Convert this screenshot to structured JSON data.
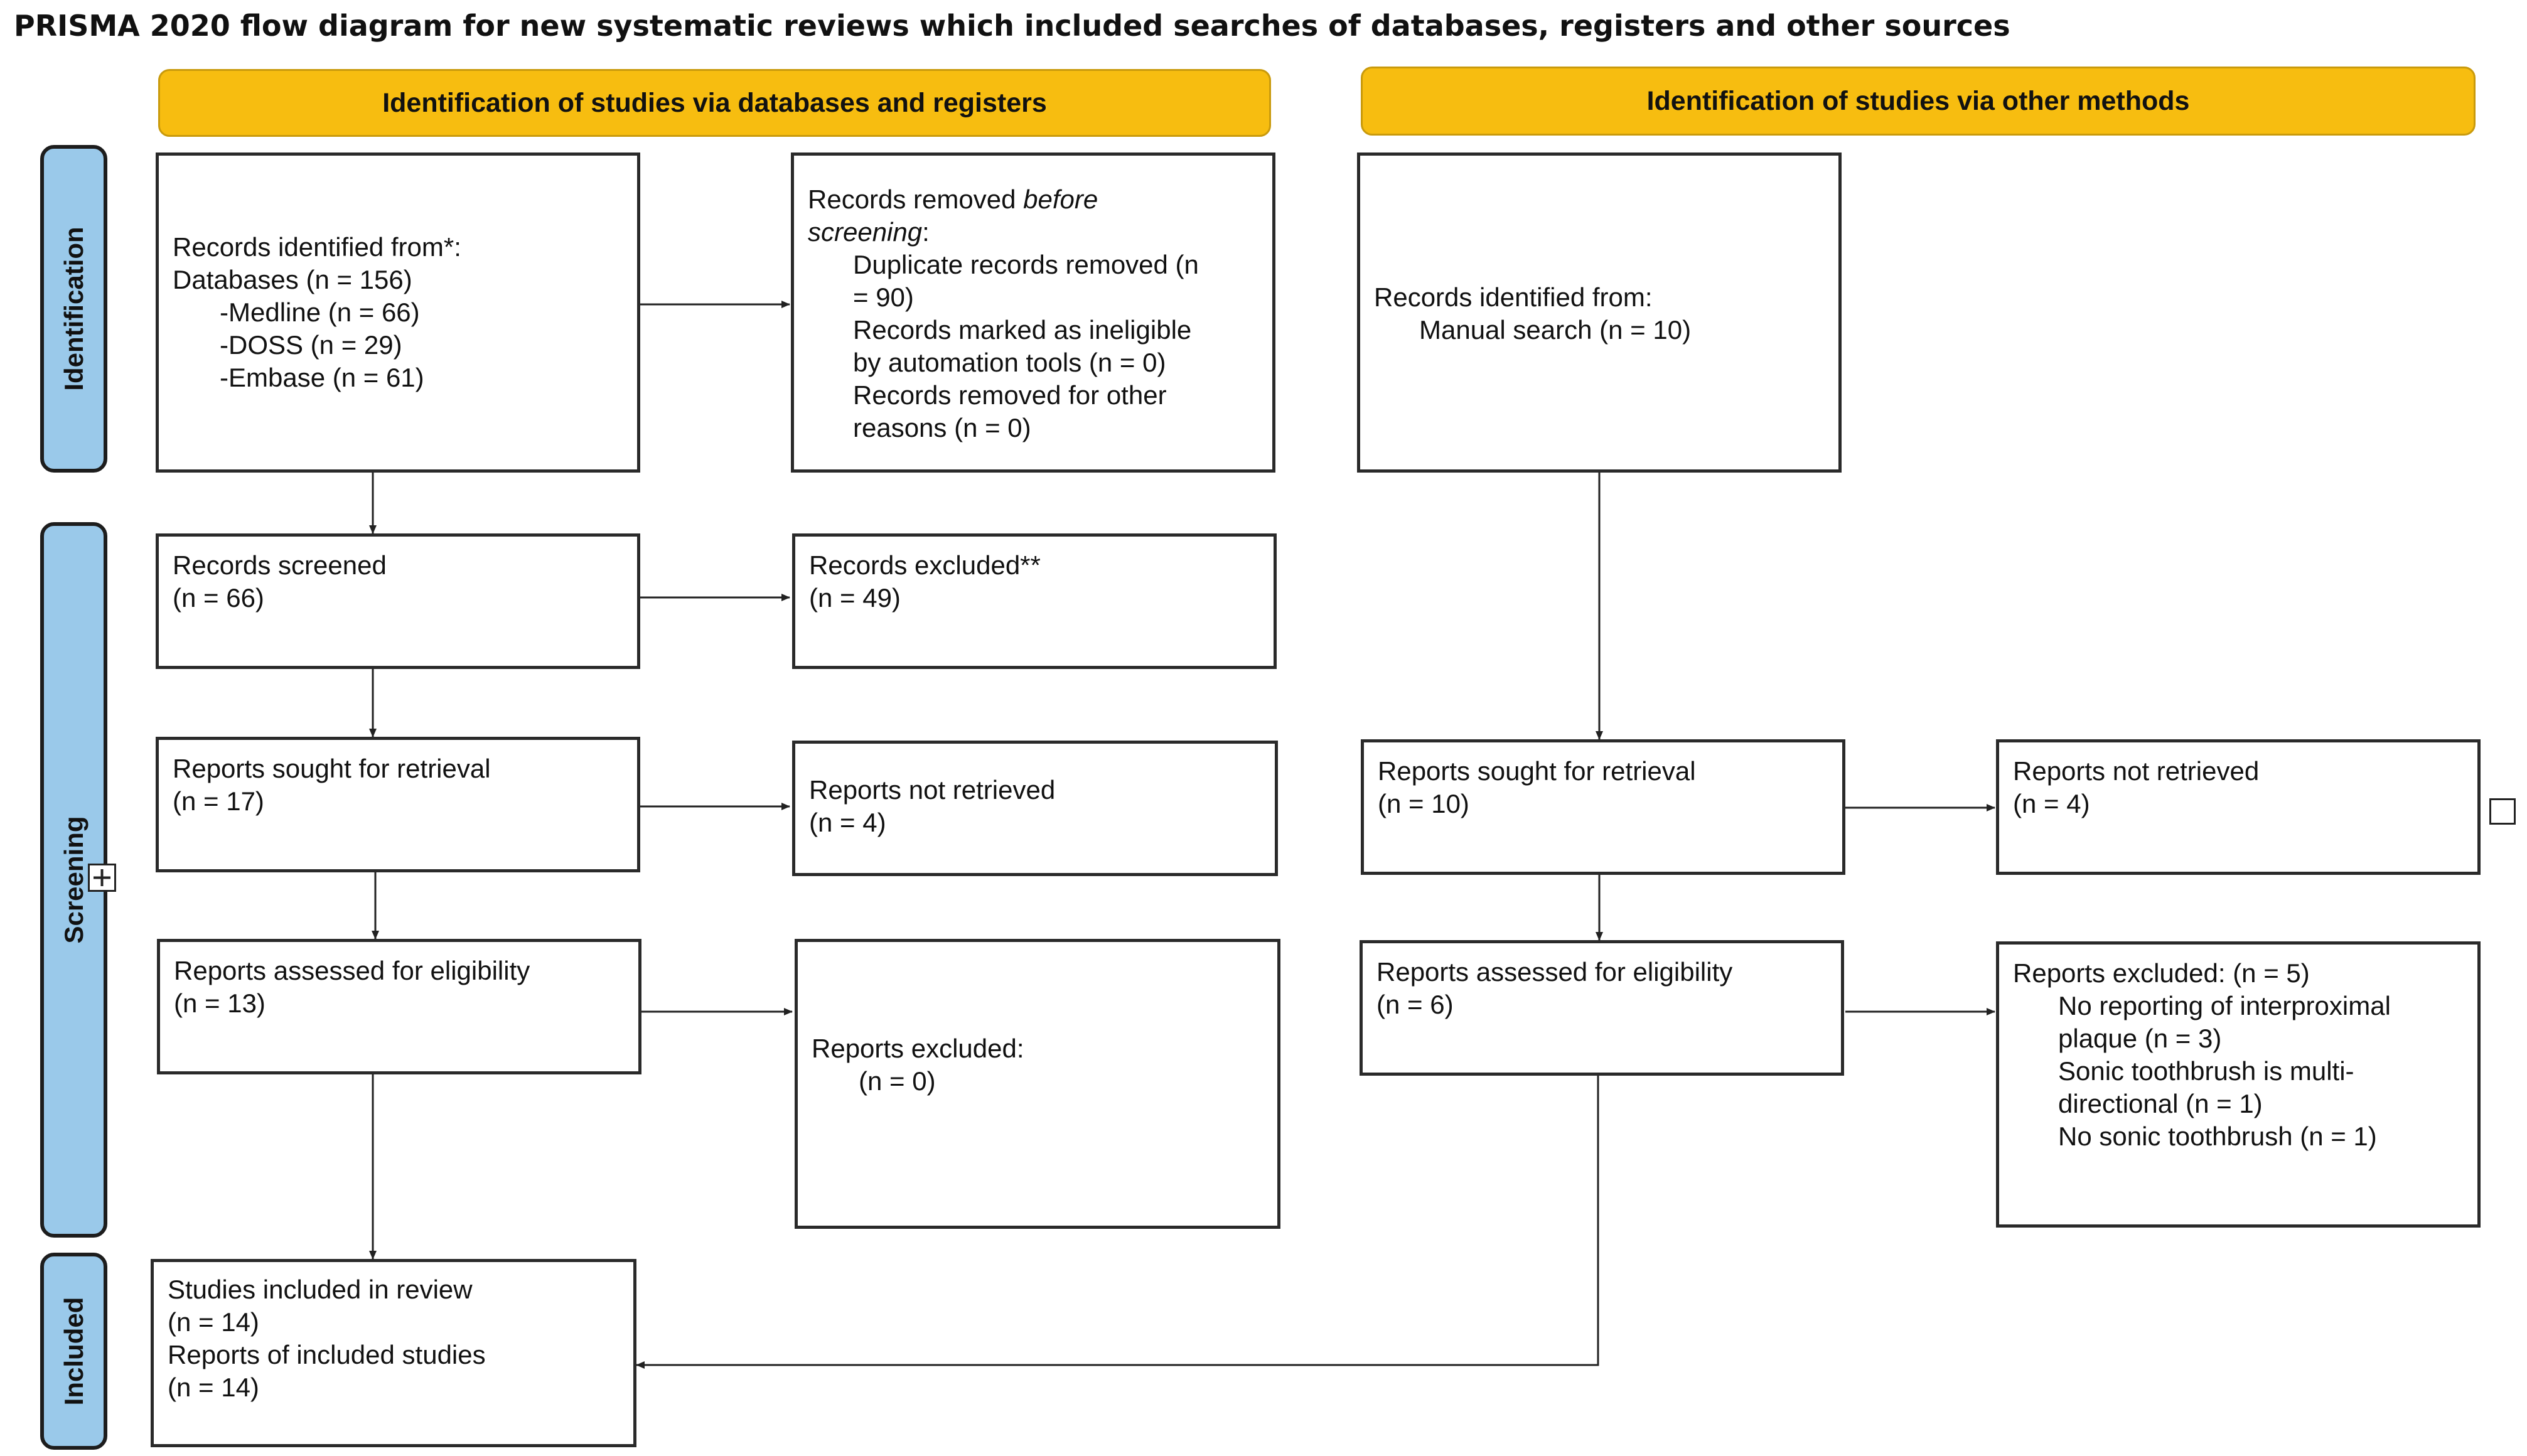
{
  "title": "PRISMA 2020 flow diagram for new systematic reviews which included searches of databases, registers and other sources",
  "headers": {
    "databases": "Identification of studies via databases and registers",
    "other": "Identification of studies via other methods"
  },
  "phases": {
    "identification": "Identification",
    "screening": "Screening",
    "included": "Included"
  },
  "left": {
    "records_identified": {
      "line1": "Records identified from*:",
      "line2": "Databases (n = 156)",
      "line3": "-Medline (n = 66)",
      "line4": "-DOSS (n = 29)",
      "line5": "-Embase (n = 61)"
    },
    "records_removed": {
      "line1_a": "Records removed ",
      "line1_b": "before",
      "line2_a": "screening",
      "line2_b": ":",
      "line3": "Duplicate records removed  (n",
      "line4": "= 90)",
      "line5": "Records marked as ineligible",
      "line6": "by automation tools (n = 0)",
      "line7": "Records removed for other",
      "line8": "reasons (n = 0)"
    },
    "records_screened": {
      "line1": "Records screened",
      "line2": "(n = 66)"
    },
    "records_excluded": {
      "line1": "Records excluded**",
      "line2": "(n = 49)"
    },
    "reports_sought": {
      "line1": "Reports sought for retrieval",
      "line2": "(n = 17)"
    },
    "reports_not_retrieved": {
      "line1": "Reports not retrieved",
      "line2": "(n = 4)"
    },
    "reports_assessed": {
      "line1": "Reports assessed for eligibility",
      "line2": "(n = 13)"
    },
    "reports_excluded": {
      "line1": "Reports excluded:",
      "line2": "(n = 0)"
    },
    "studies_included": {
      "line1": "Studies included in review",
      "line2": "(n = 14)",
      "line3": "Reports of included studies",
      "line4": "(n = 14)"
    }
  },
  "right": {
    "records_identified": {
      "line1": "Records identified from:",
      "line2": "Manual search (n = 10)"
    },
    "reports_sought": {
      "line1": "Reports sought for retrieval",
      "line2": "(n = 10)"
    },
    "reports_not_retrieved": {
      "line1": "Reports not retrieved",
      "line2": "(n = 4)"
    },
    "reports_assessed": {
      "line1": "Reports assessed for eligibility",
      "line2": "(n = 6)"
    },
    "reports_excluded": {
      "line1": "Reports excluded: (n = 5)",
      "line2": "No reporting of interproximal",
      "line3": "plaque (n = 3)",
      "line4": "Sonic toothbrush is multi-",
      "line5": "directional (n = 1)",
      "line6": "No sonic toothbrush (n = 1)"
    }
  },
  "colors": {
    "header_fill": "#f7bd10",
    "phase_fill": "#9ac9ea"
  }
}
